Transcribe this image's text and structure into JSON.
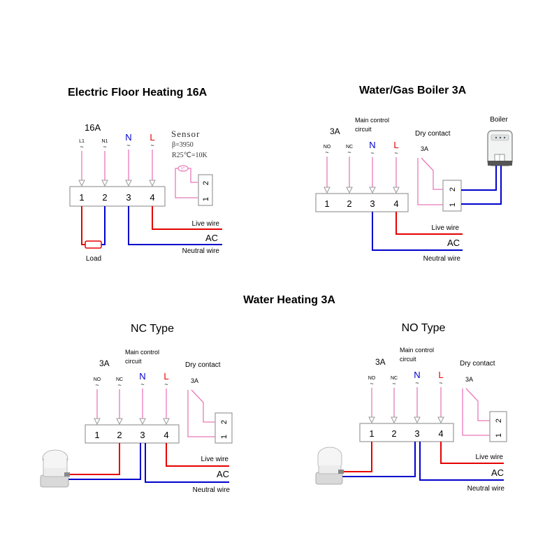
{
  "colors": {
    "live": "#e60000",
    "neutral": "#0000cc",
    "signal": "#e879b8"
  },
  "panel1": {
    "title": "Electric Floor Heating 16A",
    "rating": "16A",
    "inputs": [
      "L1",
      "N1",
      "N",
      "L"
    ],
    "terminals": [
      "1",
      "2",
      "3",
      "4"
    ],
    "sensor": {
      "label": "Sensor",
      "beta": "β=3950",
      "r25": "R25℃=10K",
      "terminals": [
        "2",
        "1"
      ]
    },
    "live_wire": "Live wire",
    "ac": "AC",
    "neutral_wire": "Neutral wire",
    "load": "Load"
  },
  "panel2": {
    "title": "Water/Gas Boiler 3A",
    "rating": "3A",
    "main_control": [
      "Main control",
      "circuit"
    ],
    "inputs": [
      "NO",
      "NC",
      "N",
      "L"
    ],
    "terminals": [
      "1",
      "2",
      "3",
      "4"
    ],
    "dry_contact": "Dry contact",
    "dry_rating": "3A",
    "dry_terminals": [
      "2",
      "1"
    ],
    "boiler": "Boiler",
    "live_wire": "Live wire",
    "ac": "AC",
    "neutral_wire": "Neutral wire"
  },
  "section_title": "Water Heating 3A",
  "panel3": {
    "title": "NC Type",
    "rating": "3A",
    "main_control": [
      "Main control",
      "circuit"
    ],
    "inputs": [
      "NO",
      "NC",
      "N",
      "L"
    ],
    "terminals": [
      "1",
      "2",
      "3",
      "4"
    ],
    "dry_contact": "Dry contact",
    "dry_rating": "3A",
    "dry_terminals": [
      "2",
      "1"
    ],
    "live_wire": "Live wire",
    "ac": "AC",
    "neutral_wire": "Neutral wire"
  },
  "panel4": {
    "title": "NO Type",
    "rating": "3A",
    "main_control": [
      "Main control",
      "circuit"
    ],
    "inputs": [
      "NO",
      "NC",
      "N",
      "L"
    ],
    "terminals": [
      "1",
      "2",
      "3",
      "4"
    ],
    "dry_contact": "Dry contact",
    "dry_rating": "3A",
    "dry_terminals": [
      "2",
      "1"
    ],
    "live_wire": "Live wire",
    "ac": "AC",
    "neutral_wire": "Neutral wire"
  }
}
